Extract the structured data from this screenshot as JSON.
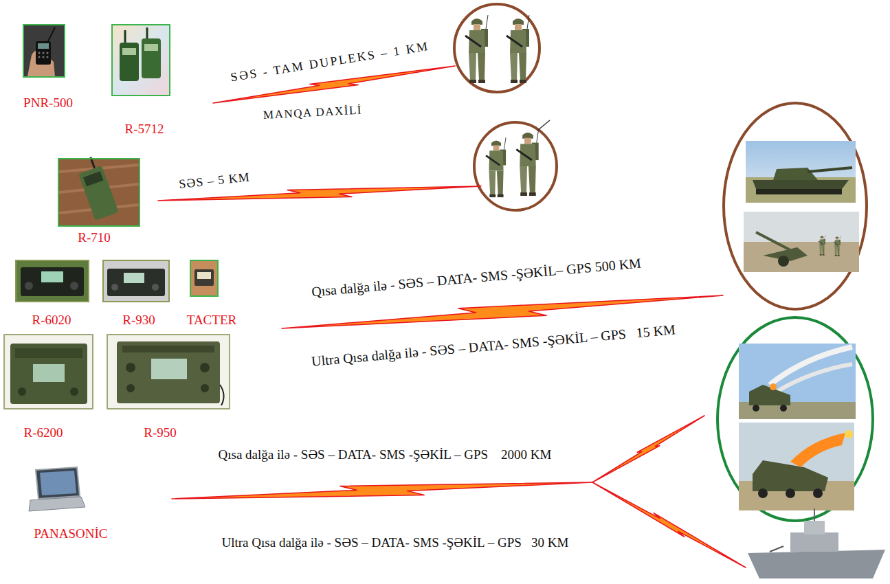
{
  "diagram": {
    "nodes": [
      {
        "text": [
          "PNR-500"
        ]
      },
      {
        "text": [
          "R-5712"
        ]
      },
      {
        "text": [
          "R-710"
        ]
      },
      {
        "text": [
          "R-6020"
        ]
      },
      {
        "text": [
          "R-930"
        ]
      },
      {
        "text": [
          "TACTER"
        ]
      },
      {
        "text": [
          "R-6200"
        ]
      },
      {
        "text": [
          "R-950"
        ]
      },
      {
        "text": [
          "PANASONİC"
        ]
      }
    ],
    "labels": [
      "SƏS - TAM DUPLEKS – 1 KM",
      "MANQA DAXİLİ",
      "SƏS – 5 KM",
      "Qısa dalğa ilə - SƏS – DATA- SMS -ŞƏKİL– GPS 500 KM",
      "Ultra Qısa dalğa ilə - SƏS – DATA- SMS -ŞƏKİL – GPS   15 KM",
      "Qısa dalğa ilə - SƏS – DATA- SMS -ŞƏKİL – GPS    2000 KM",
      "Ultra Qısa dalğa ilə - SƏS – DATA- SMS -ŞƏKİL – GPS   30 KM"
    ]
  }
}
